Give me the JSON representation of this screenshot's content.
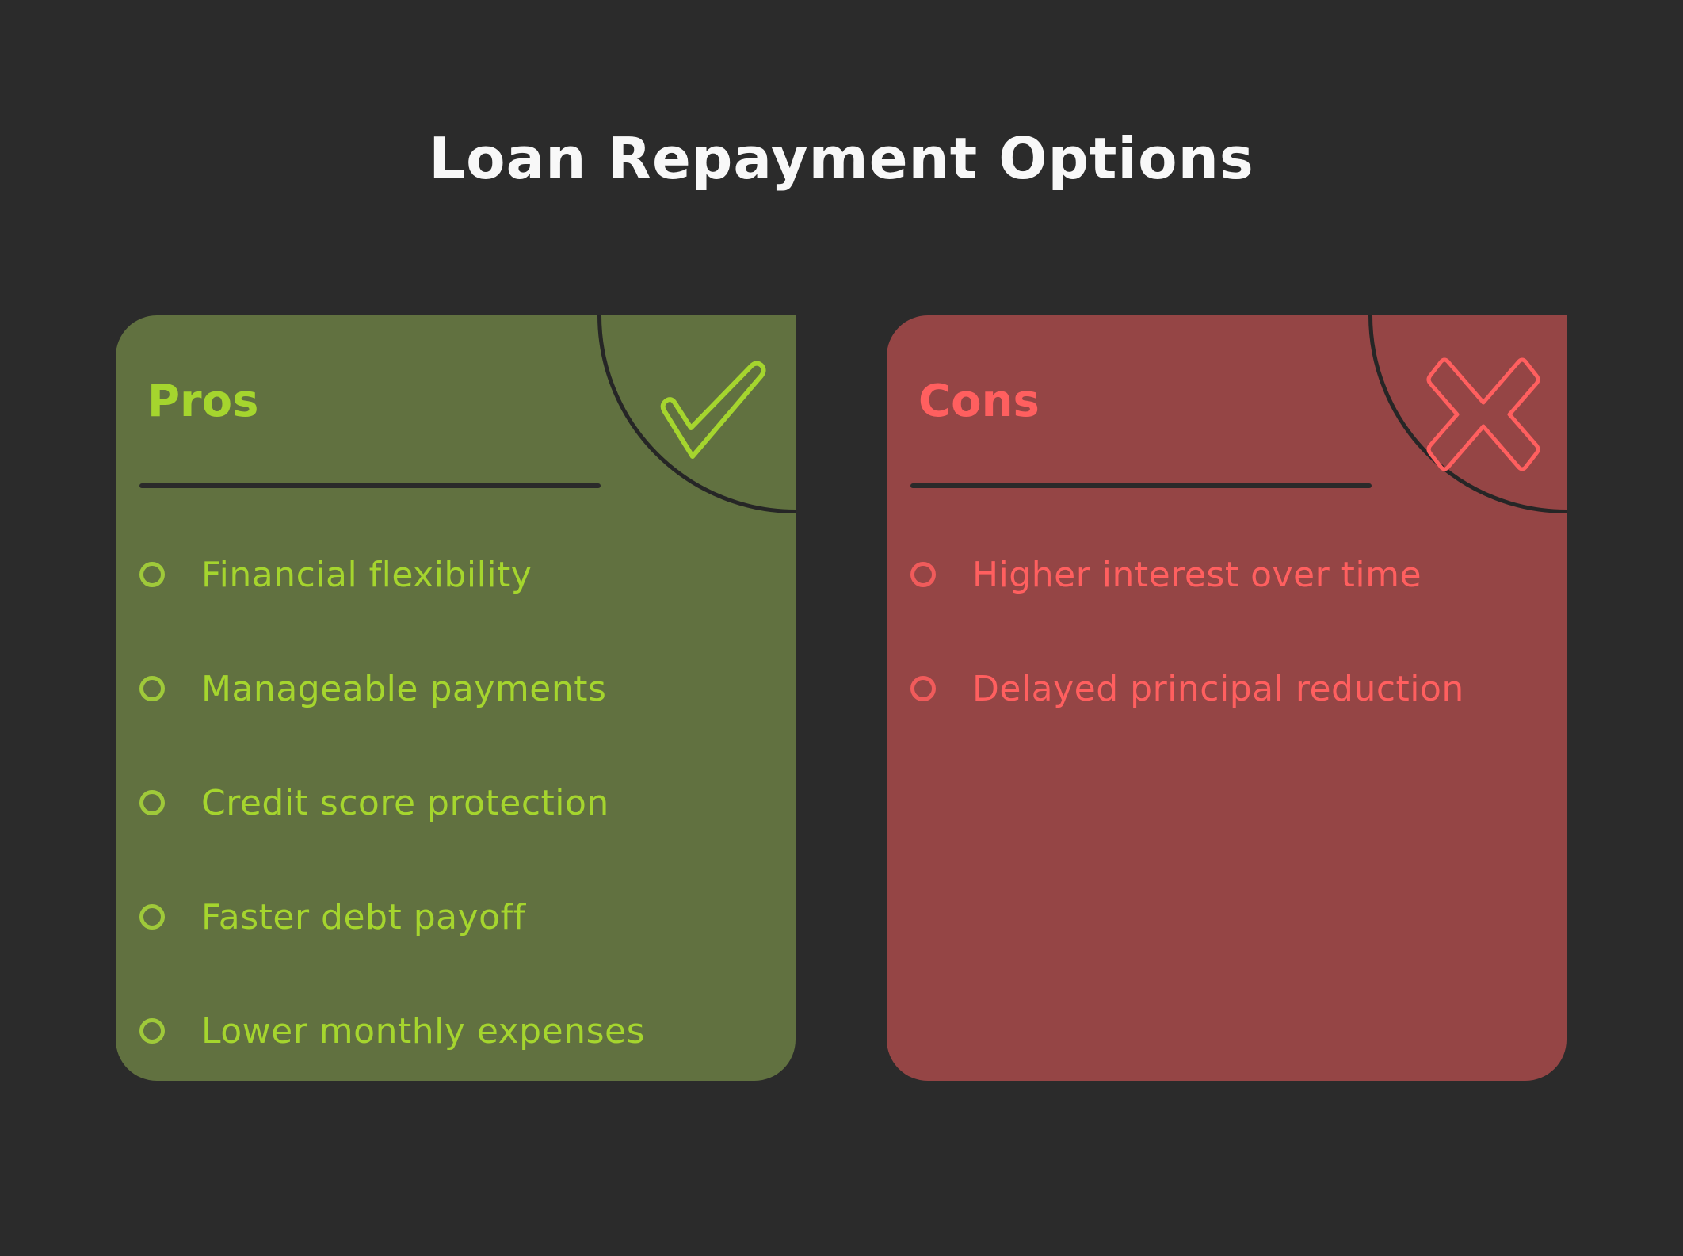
{
  "title": "Loan Repayment Options",
  "pros": {
    "heading": "Pros",
    "icon": "check-icon",
    "color": "#a5d52e",
    "background": "#617140",
    "items": [
      "Financial flexibility",
      "Manageable payments",
      "Credit score protection",
      "Faster debt payoff",
      "Lower monthly expenses"
    ]
  },
  "cons": {
    "heading": "Cons",
    "icon": "x-icon",
    "color": "#ff5f5f",
    "background": "#954545",
    "items": [
      "Higher interest over time",
      "Delayed principal reduction"
    ]
  }
}
